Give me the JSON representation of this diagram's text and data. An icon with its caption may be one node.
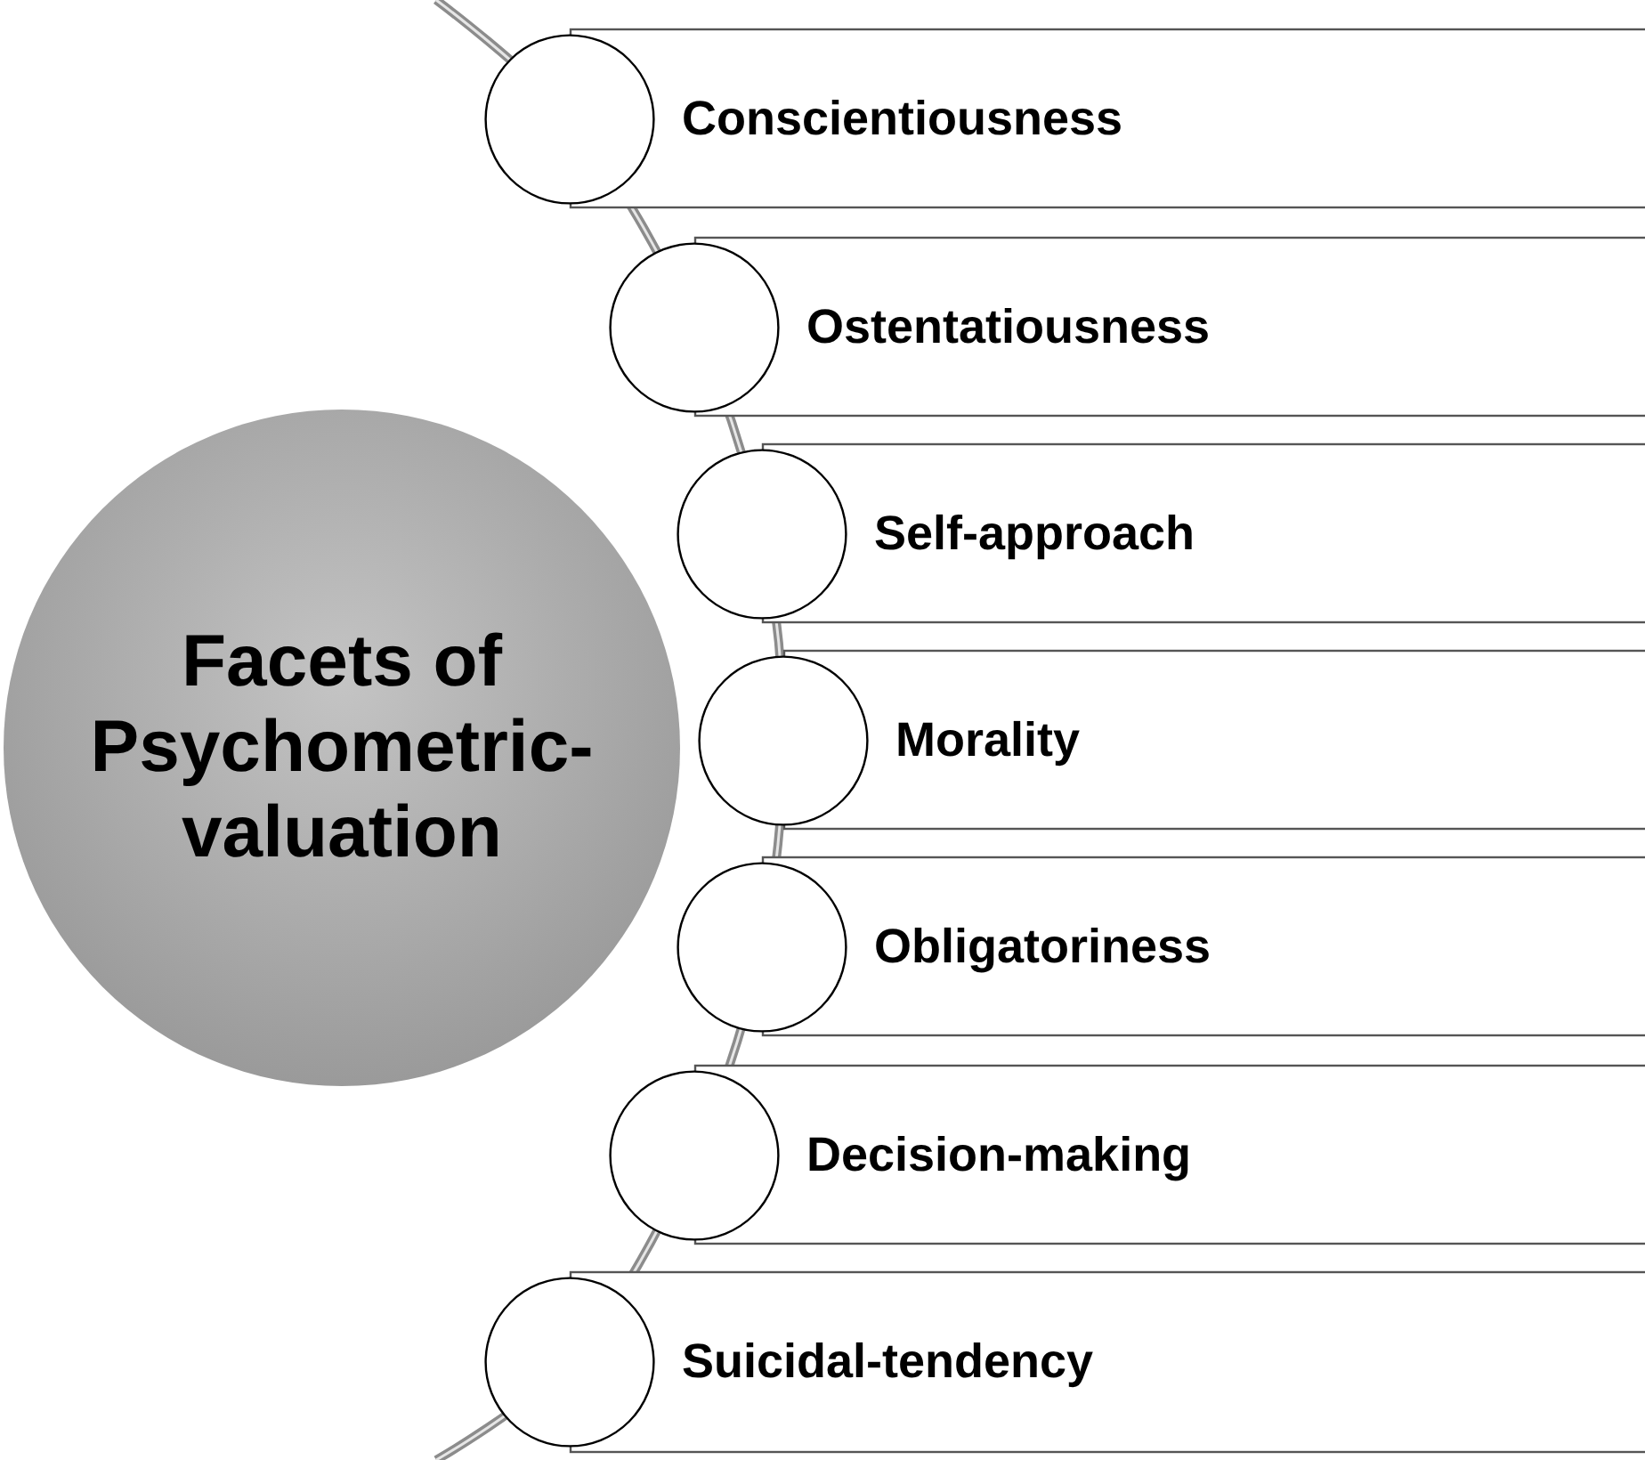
{
  "diagram": {
    "nodes": [
      {
        "text": [
          "Facets of Psychometric-valuation"
        ]
      },
      {
        "text": [
          "Conscientiousness"
        ]
      },
      {
        "text": [
          "Ostentatiousness"
        ]
      },
      {
        "text": [
          "Self-approach"
        ]
      },
      {
        "text": [
          "Morality"
        ]
      },
      {
        "text": [
          "Obligatoriness"
        ]
      },
      {
        "text": [
          "Decision-making"
        ]
      },
      {
        "text": [
          "Suicidal-tendency"
        ]
      },
      {
        "text": [],
        "shape": "circle"
      },
      {
        "text": [],
        "shape": "circle"
      },
      {
        "text": [],
        "shape": "circle"
      },
      {
        "text": [],
        "shape": "circle"
      },
      {
        "text": [],
        "shape": "circle"
      },
      {
        "text": [],
        "shape": "circle"
      },
      {
        "text": [],
        "shape": "circle"
      }
    ]
  }
}
